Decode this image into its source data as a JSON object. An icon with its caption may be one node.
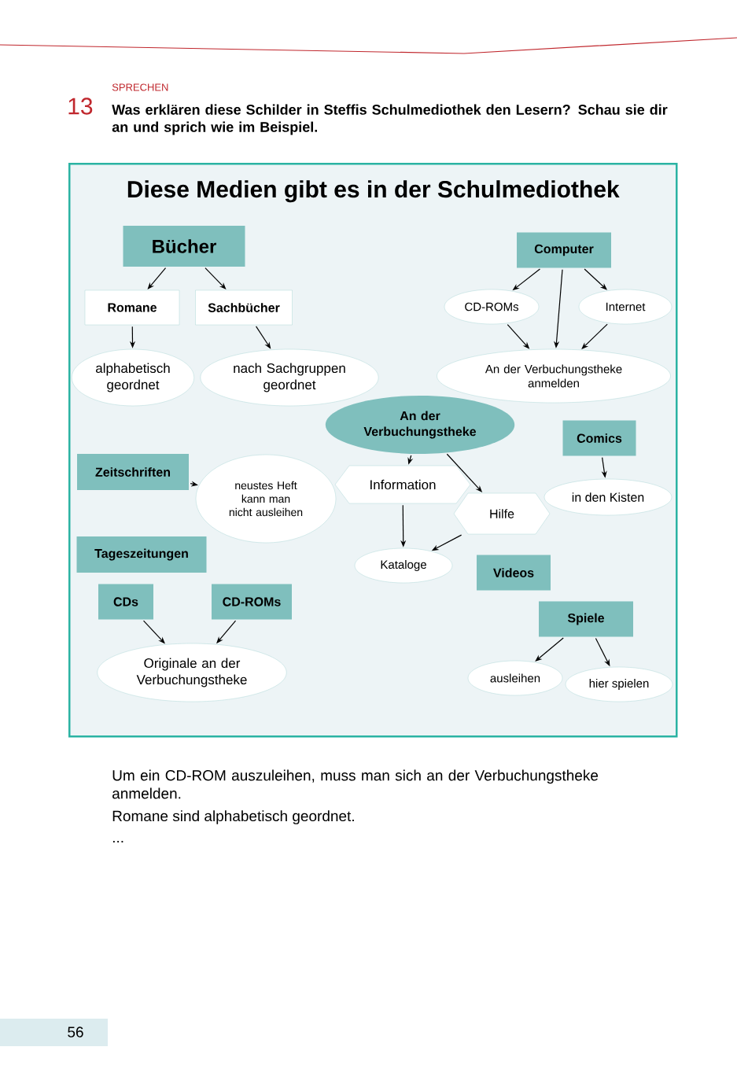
{
  "diagram": {
    "nodes": [
      {
        "text": [
          "Diese Medien gibt es in der Schulmediothek"
        ]
      },
      {
        "text": [
          "Bücher"
        ],
        "in": 0
      },
      {
        "text": [
          "Romane"
        ],
        "in": 0
      },
      {
        "text": [
          "Sachbücher"
        ],
        "in": 0
      },
      {
        "text": [
          "alphabetisch geordnet"
        ],
        "in": 0
      },
      {
        "text": [
          "nach Sachgruppen geordnet"
        ],
        "in": 0
      },
      {
        "text": [
          "Computer"
        ],
        "in": 0
      },
      {
        "text": [
          "CD-ROMs"
        ],
        "in": 0
      },
      {
        "text": [
          "Internet"
        ],
        "in": 0
      },
      {
        "text": [
          "An der Verbuchungstheke anmelden"
        ],
        "in": 0
      },
      {
        "text": [
          "An der Verbuchungstheke"
        ],
        "in": 0
      },
      {
        "text": [
          "Comics"
        ],
        "in": 0
      },
      {
        "text": [
          "Zeitschriften"
        ],
        "in": 0
      },
      {
        "text": [
          "neustes Heft kann man nicht ausleihen"
        ],
        "in": 0
      },
      {
        "text": [
          "Information"
        ],
        "in": 0
      },
      {
        "text": [
          "Hilfe"
        ],
        "in": 0
      },
      {
        "text": [
          "in den Kisten"
        ],
        "in": 0
      },
      {
        "text": [
          "Tageszeitungen"
        ],
        "in": 0
      },
      {
        "text": [
          "Kataloge"
        ],
        "in": 0
      },
      {
        "text": [
          "Videos"
        ],
        "in": 0
      },
      {
        "text": [
          "CDs"
        ],
        "in": 0
      },
      {
        "text": [
          "CD-ROMs"
        ],
        "in": 0
      },
      {
        "text": [
          "Spiele"
        ],
        "in": 0
      },
      {
        "text": [
          "Originale an der Verbuchungstheke"
        ],
        "in": 0
      },
      {
        "text": [
          "ausleihen"
        ],
        "in": 0
      },
      {
        "text": [
          "hier spielen"
        ],
        "in": 0
      }
    ],
    "edges": [
      {
        "from": 1,
        "to": 2,
        "arrow": "to"
      },
      {
        "from": 1,
        "to": 3,
        "arrow": "to"
      },
      {
        "from": 2,
        "to": 4,
        "arrow": "to"
      },
      {
        "from": 3,
        "to": 5,
        "arrow": "to"
      },
      {
        "from": 6,
        "to": 7,
        "arrow": "to"
      },
      {
        "from": 6,
        "to": 8,
        "arrow": "to"
      },
      {
        "from": 6,
        "to": 9,
        "arrow": "to"
      },
      {
        "from": 7,
        "to": 9,
        "arrow": "to"
      },
      {
        "from": 8,
        "to": 9,
        "arrow": "to"
      },
      {
        "from": 10,
        "to": 14,
        "arrow": "to"
      },
      {
        "from": 10,
        "to": 15,
        "arrow": "to"
      },
      {
        "from": 11,
        "to": 16,
        "arrow": "to"
      },
      {
        "from": 12,
        "to": 13,
        "arrow": "to"
      },
      {
        "from": 14,
        "to": 18,
        "arrow": "to"
      },
      {
        "from": 15,
        "to": 18,
        "arrow": "to"
      },
      {
        "from": 20,
        "to": 23,
        "arrow": "to"
      },
      {
        "from": 21,
        "to": 23,
        "arrow": "to"
      },
      {
        "from": 22,
        "to": 24,
        "arrow": "to"
      },
      {
        "from": 22,
        "to": 25,
        "arrow": "to"
      }
    ],
    "labels": [
      "SPRECHEN",
      "13",
      "Was erklären diese Schilder in Steffis Schulmediothek den Lesern? Schau sie dir an und sprich wie im Beispiel.",
      "Um ein CD-ROM auszuleihen, muss man sich an der Verbuchungstheke anmelden.",
      "Romane sind alphabetisch geordnet.",
      "...",
      "56"
    ]
  }
}
